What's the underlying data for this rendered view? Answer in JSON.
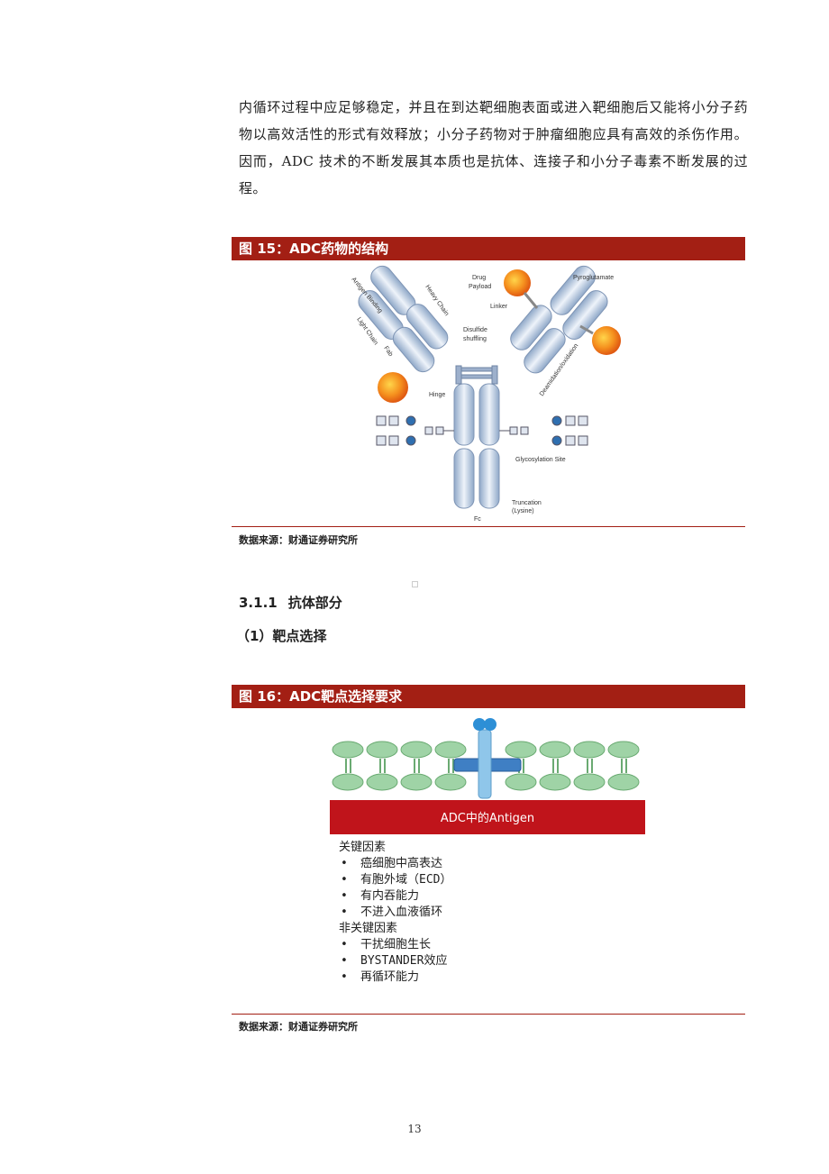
{
  "intro_paragraph": "内循环过程中应足够稳定，并且在到达靶细胞表面或进入靶细胞后又能将小分子药物以高效活性的形式有效释放；小分子药物对于肿瘤细胞应具有高效的杀伤作用。因而，ADC 技术的不断发展其本质也是抗体、连接子和小分子毒素不断发展的过程。",
  "figure15": {
    "title": "图 15：ADC药物的结构",
    "labels": {
      "antigen_binding": "Antigen Binding",
      "heavy_chain": "Heavy Chain",
      "light_chain": "Light Chain",
      "fab": "Fab",
      "drug_payload_1": "Drug",
      "drug_payload_2": "Payload",
      "linker": "Linker",
      "pyroglutamate": "Pyroglutamate",
      "disulfide_1": "Disulfide",
      "disulfide_2": "shuffling",
      "deamidation": "Deamidation/oxidation",
      "hinge": "Hinge",
      "glycosylation": "Glycosylation Site",
      "truncation_1": "Truncation",
      "truncation_2": "(Lysine)",
      "fc": "Fc"
    },
    "source": "数据来源：财通证券研究所"
  },
  "section": {
    "number": "3.1.1",
    "title": "抗体部分",
    "subheading": "（1）靶点选择"
  },
  "figure16": {
    "title": "图 16：ADC靶点选择要求",
    "banner": "ADC中的Antigen",
    "key_heading": "关键因素",
    "key_items": [
      "癌细胞中高表达",
      "有胞外域（ECD）",
      "有内吞能力",
      "不进入血液循环"
    ],
    "nonkey_heading": "非关键因素",
    "nonkey_items": [
      "干扰细胞生长",
      "BYSTANDER效应",
      "再循环能力"
    ],
    "bullet": "•",
    "source": "数据来源：财通证券研究所"
  },
  "page_number": "13",
  "colors": {
    "accent": "#a31f14",
    "membrane": "#9fd3a6",
    "antibody": "#c9d7ea",
    "payload": "#f08a1c"
  }
}
